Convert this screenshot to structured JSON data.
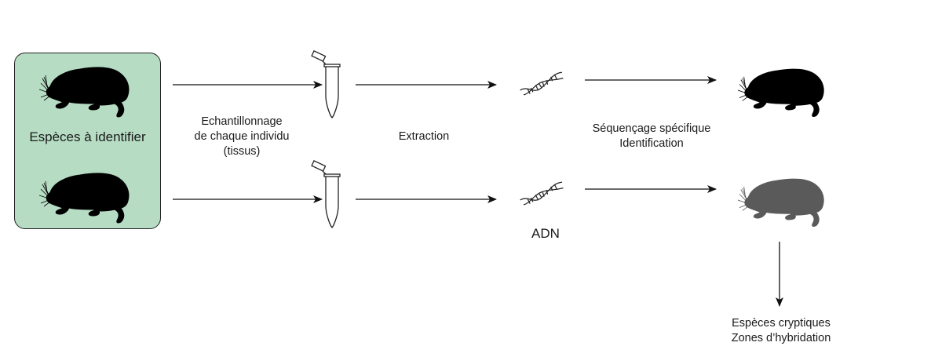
{
  "diagram": {
    "source_box": {
      "label": "Espèces à identifier",
      "fill_color": "#b6dcc4"
    },
    "steps": [
      {
        "id": "sampling",
        "lines": [
          "Echantillonnage",
          "de chaque individu",
          "(tissus)"
        ]
      },
      {
        "id": "extraction",
        "lines": [
          "Extraction"
        ]
      },
      {
        "id": "sequencing",
        "lines": [
          "Séquençage spécifique",
          "Identification"
        ]
      }
    ],
    "dna_label": "ADN",
    "outcome": {
      "lines": [
        "Espèces cryptiques",
        "Zones d’hybridation"
      ]
    },
    "icons": {
      "specimen": "mole-silhouette-icon",
      "tube": "microtube-icon",
      "dna": "dna-helix-icon"
    },
    "colors": {
      "result_top": "#000000",
      "result_bottom": "#5a5a5a"
    }
  }
}
